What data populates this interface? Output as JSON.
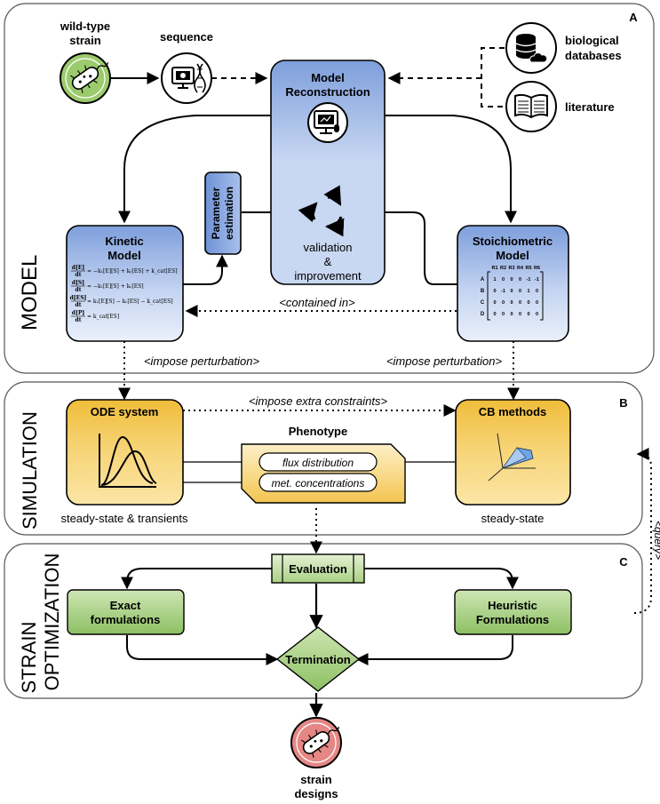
{
  "panels": {
    "a_letter": "A",
    "b_letter": "B",
    "c_letter": "C",
    "model_title": "MODEL",
    "simulation_title": "SIMULATION",
    "strain_title": "STRAIN",
    "optimization_title": "OPTIMIZATION"
  },
  "model": {
    "wild_type_line1": "wild-type",
    "wild_type_line2": "strain",
    "sequence": "sequence",
    "bio_db_line1": "biological",
    "bio_db_line2": "databases",
    "literature": "literature",
    "reconstruction_line1": "Model",
    "reconstruction_line2": "Reconstruction",
    "validation_line1": "validation",
    "validation_line2": "&",
    "validation_line3": "improvement",
    "parameter_line1": "Parameter",
    "parameter_line2": "estimation",
    "kinetic_line1": "Kinetic",
    "kinetic_line2": "Model",
    "stoich_line1": "Stoichiometric",
    "stoich_line2": "Model",
    "contained_in": "<contained in>",
    "impose_perturbation_left": "<impose perturbation>",
    "impose_perturbation_right": "<impose perturbation>",
    "matrix_col_headers": [
      "R1",
      "R2",
      "R3",
      "R4",
      "R5",
      "R6"
    ],
    "matrix_row_headers": [
      "A",
      "B",
      "C",
      "D"
    ],
    "matrix_rows": [
      [
        "1",
        "0",
        "0",
        "0",
        "-1",
        "-1"
      ],
      [
        "0",
        "-1",
        "0",
        "0",
        "1",
        "0"
      ],
      [
        "0",
        "0",
        "0",
        "0",
        "0",
        "0"
      ],
      [
        "0",
        "0",
        "0",
        "0",
        "0",
        "0"
      ]
    ],
    "equations": [
      [
        "d[E]",
        "dt",
        "= −k₁[E][S] + kᵣ[ES] + k_cat[ES]"
      ],
      [
        "d[S]",
        "dt",
        "= −k₁[E][S] + kᵣ[ES]"
      ],
      [
        "d[ES]",
        "dt",
        "= k₁[E][S] − kᵣ[ES] − k_cat[ES]"
      ],
      [
        "d[P]",
        "dt",
        "= k_cat[ES]"
      ]
    ]
  },
  "simulation": {
    "ode_system": "ODE system",
    "cb_methods": "CB methods",
    "impose_extra": "<impose extra constraints>",
    "phenotype": "Phenotype",
    "flux_distribution": "flux distribution",
    "met_concentrations": "met. concentrations",
    "steady_transients": "steady-state & transients",
    "steady_state": "steady-state",
    "query": "<query>"
  },
  "optimization": {
    "evaluation": "Evaluation",
    "exact_line1": "Exact",
    "exact_line2": "formulations",
    "heuristic_line1": "Heuristic",
    "heuristic_line2": "Formulations",
    "termination": "Termination",
    "strain_line1": "strain",
    "strain_line2": "designs"
  },
  "colors": {
    "blue_top": "#d6e1f6",
    "blue_bottom": "#7e9fdc",
    "yellow_top": "#fbe6a6",
    "yellow_bottom": "#f0bd3a",
    "green_light": "#cfe6b4",
    "green_dark": "#8cc063",
    "wild_type_fill": "#9ccb6d",
    "strain_design_fill": "#e58785"
  }
}
